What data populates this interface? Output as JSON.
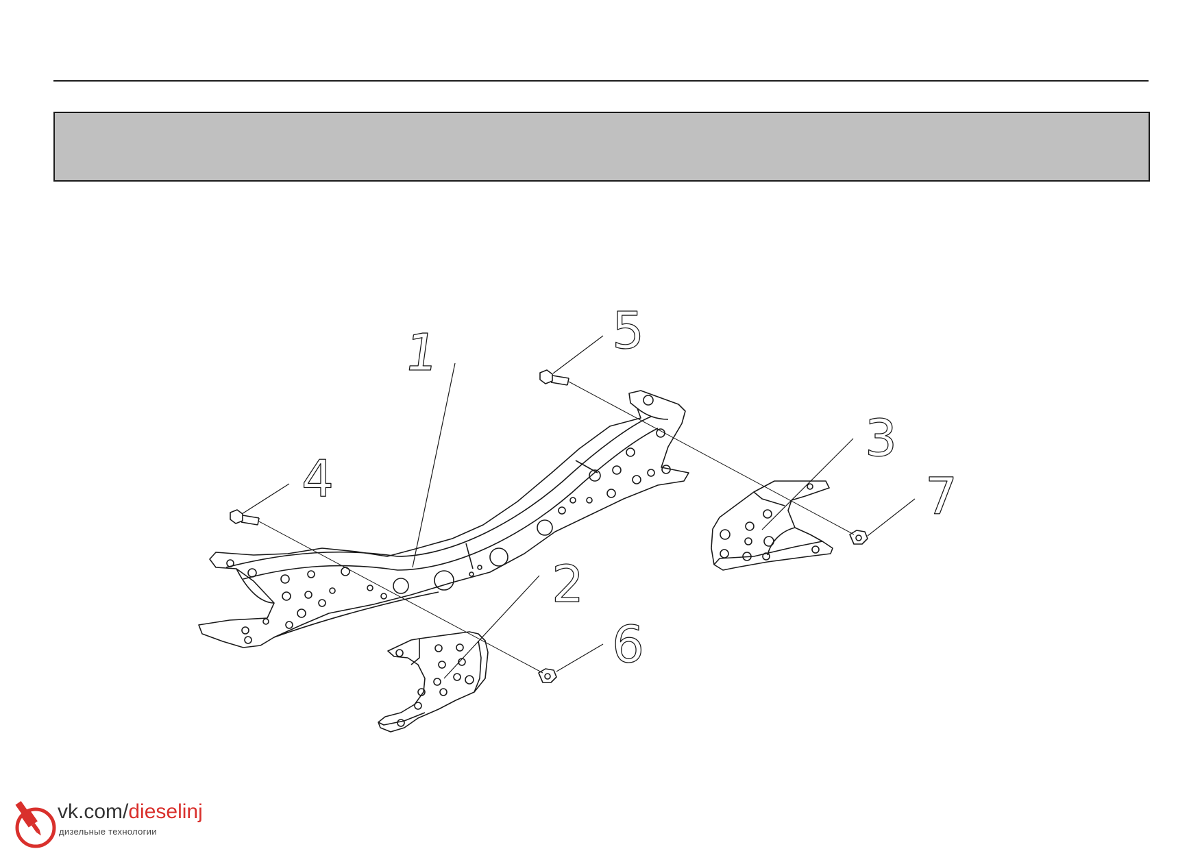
{
  "callouts": [
    {
      "number": "1",
      "part": "crossmember"
    },
    {
      "number": "2",
      "part": "left-bracket"
    },
    {
      "number": "3",
      "part": "right-bracket"
    },
    {
      "number": "4",
      "part": "left-bolt"
    },
    {
      "number": "5",
      "part": "right-bolt"
    },
    {
      "number": "6",
      "part": "left-nut"
    },
    {
      "number": "7",
      "part": "right-nut"
    }
  ],
  "watermark": {
    "prefix": "vk.com/",
    "handle": "dieselinj",
    "tagline": "дизельные технологии",
    "accent_color": "#d9302c"
  },
  "colors": {
    "band": "#c0c0c0",
    "line": "#1a1a1a"
  }
}
